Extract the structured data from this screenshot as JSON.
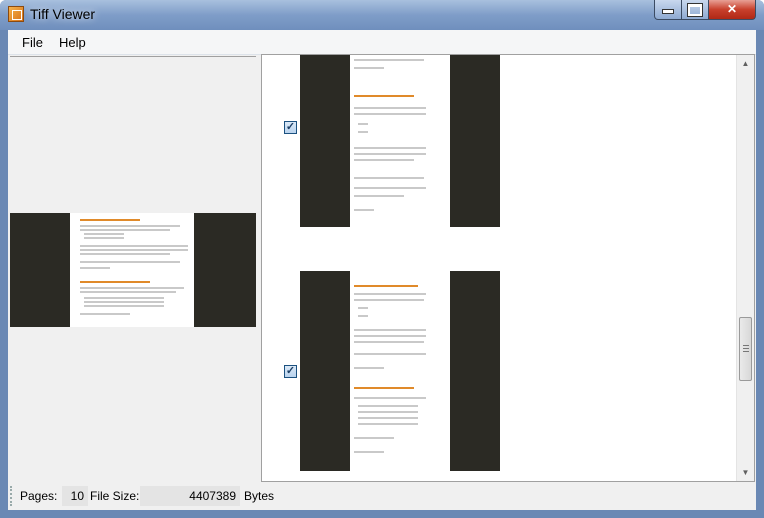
{
  "window": {
    "title": "Tiff Viewer",
    "controls": {
      "minimize": "minimize",
      "maximize": "maximize",
      "close": "close"
    }
  },
  "menu": [
    {
      "label": "File"
    },
    {
      "label": "Help"
    }
  ],
  "pages_list": [
    {
      "checked": true
    },
    {
      "checked": true
    }
  ],
  "status": {
    "pages_label": "Pages:",
    "pages_value": "10",
    "filesize_label": "File Size:",
    "filesize_value": "4407389",
    "filesize_unit": "Bytes"
  },
  "colors": {
    "accent_orange": "#e08a2a",
    "page_background": "#2b2a24",
    "title_bar": "#7f9dc8"
  }
}
